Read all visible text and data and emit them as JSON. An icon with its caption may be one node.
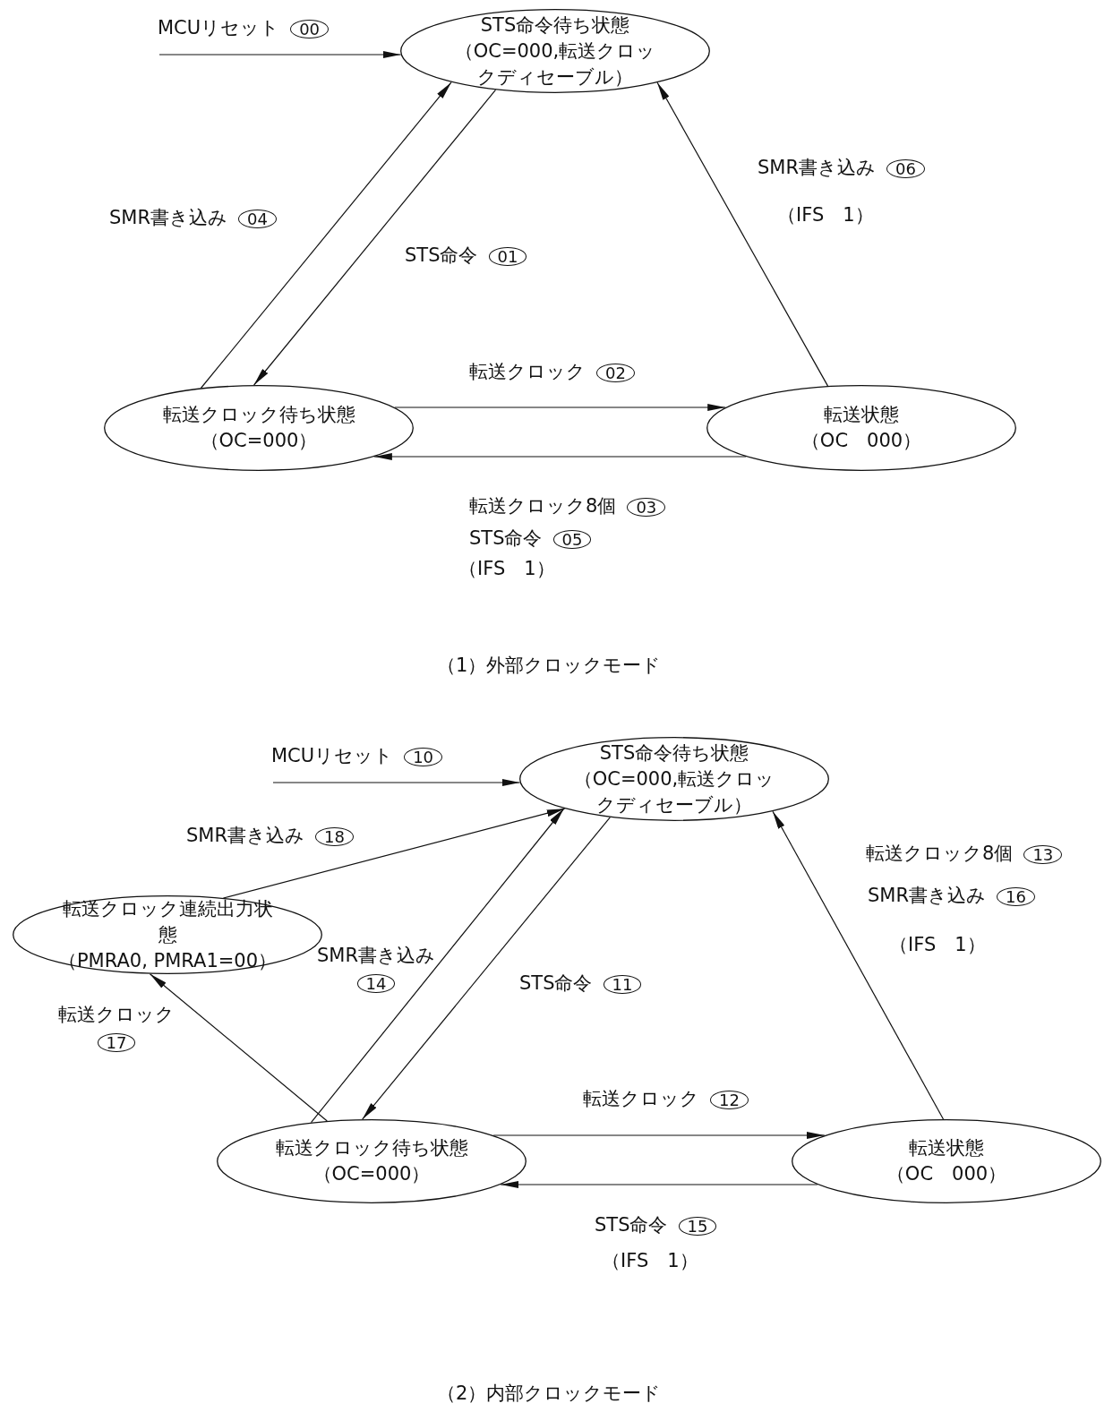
{
  "diagram": {
    "nodes": [
      {
        "text": [
          "STS命令待ち状態",
          "（OC=000,転送クロックディセーブル）"
        ]
      },
      {
        "text": [
          "転送クロック待ち状態",
          "（OC=000）"
        ]
      },
      {
        "text": [
          "転送状態",
          "（OC　000）"
        ]
      },
      {
        "text": [
          "STS命令待ち状態",
          "（OC=000,転送クロックディセーブル）"
        ]
      },
      {
        "text": [
          "転送クロック連続出力状態",
          "（PMRA0, PMRA1=00）"
        ]
      },
      {
        "text": [
          "転送クロック待ち状態",
          "（OC=000）"
        ]
      },
      {
        "text": [
          "転送状態",
          "（OC　000）"
        ]
      }
    ],
    "edges": [
      {
        "from": null,
        "to": 0,
        "arrow": "to",
        "label": "MCUリセット 00"
      },
      {
        "from": 1,
        "to": 0,
        "arrow": "to",
        "label": "SMR書き込み 04"
      },
      {
        "from": 0,
        "to": 1,
        "arrow": "to",
        "label": "STS命令 01"
      },
      {
        "from": 1,
        "to": 2,
        "arrow": "to",
        "label": "転送クロック 02"
      },
      {
        "from": 2,
        "to": 1,
        "arrow": "to",
        "label": "転送クロック8個 03"
      },
      {
        "from": 2,
        "to": 0,
        "arrow": "to",
        "label": "SMR書き込み 06"
      },
      {
        "from": null,
        "to": 3,
        "arrow": "to",
        "label": "MCUリセット 10"
      },
      {
        "from": 4,
        "to": 3,
        "arrow": "to",
        "label": "SMR書き込み 18"
      },
      {
        "from": 5,
        "to": 3,
        "arrow": "to",
        "label": "SMR書き込み 14"
      },
      {
        "from": 3,
        "to": 5,
        "arrow": "to",
        "label": "STS命令 11"
      },
      {
        "from": 5,
        "to": 4,
        "arrow": "to",
        "label": "転送クロック 17"
      },
      {
        "from": 5,
        "to": 6,
        "arrow": "to",
        "label": "転送クロック 12"
      },
      {
        "from": 6,
        "to": 5,
        "arrow": "to",
        "label": "STS命令 15"
      },
      {
        "from": 6,
        "to": 3,
        "arrow": "to",
        "label": "転送クロック8個 13"
      }
    ],
    "labels": [
      "STS命令 05",
      "（IFS　1）",
      "（IFS　1）",
      "（1）外部クロックモード",
      "SMR書き込み 16",
      "（IFS　1）",
      "（IFS　1）",
      "（2）内部クロックモード"
    ]
  }
}
